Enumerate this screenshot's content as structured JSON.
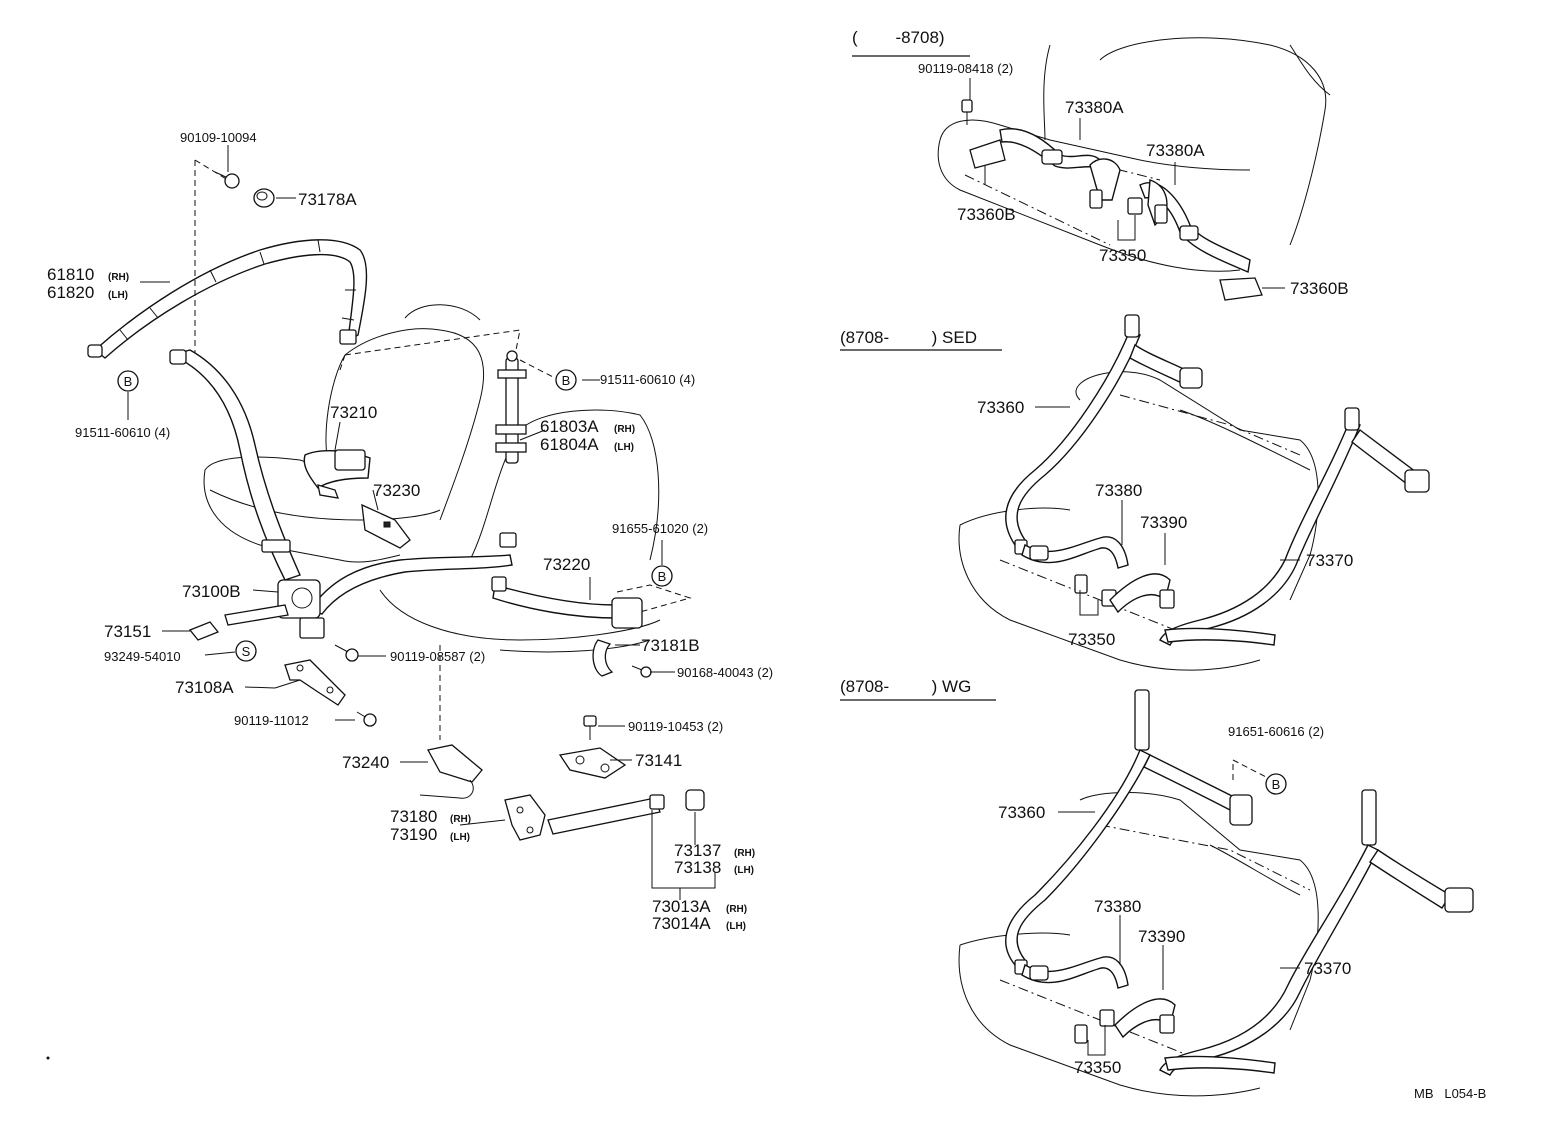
{
  "headings": {
    "early": "(        -8708)",
    "sed": "(8708-         ) SED",
    "wg": "(8708-         ) WG"
  },
  "footer_code": "MB   L054-B",
  "callouts": {
    "b": "B",
    "s": "S"
  },
  "labels": {
    "p90109_10094": "90109-10094",
    "p73178A": "73178A",
    "p61810": "61810",
    "p61820": "61820",
    "rh": "(RH)",
    "lh": "(LH)",
    "p91511_60610_left": "91511-60610 (4)",
    "p91511_60610_right": "91511-60610 (4)",
    "p73210": "73210",
    "p73230": "73230",
    "p61803A": "61803A",
    "p61804A": "61804A",
    "p91655_61020": "91655-61020 (2)",
    "p73220": "73220",
    "p73100B": "73100B",
    "p73151": "73151",
    "p93249_54010": "93249-54010",
    "p90119_08587": "90119-08587 (2)",
    "p73181B": "73181B",
    "p90168_40043": "90168-40043 (2)",
    "p73108A": "73108A",
    "p90119_11012": "90119-11012",
    "p90119_10453": "90119-10453 (2)",
    "p73141": "73141",
    "p73240": "73240",
    "p73180": "73180",
    "p73190": "73190",
    "p73137": "73137",
    "p73138": "73138",
    "p73013A": "73013A",
    "p73014A": "73014A",
    "p90119_08418": "90119-08418 (2)",
    "p73380A_1": "73380A",
    "p73380A_2": "73380A",
    "p73360B_1": "73360B",
    "p73360B_2": "73360B",
    "p73350_early": "73350",
    "p73360_sed": "73360",
    "p73380_sed": "73380",
    "p73390_sed": "73390",
    "p73370_sed": "73370",
    "p73350_sed": "73350",
    "p91651_60616": "91651-60616 (2)",
    "p73360_wg": "73360",
    "p73380_wg": "73380",
    "p73390_wg": "73390",
    "p73370_wg": "73370",
    "p73350_wg": "73350"
  }
}
